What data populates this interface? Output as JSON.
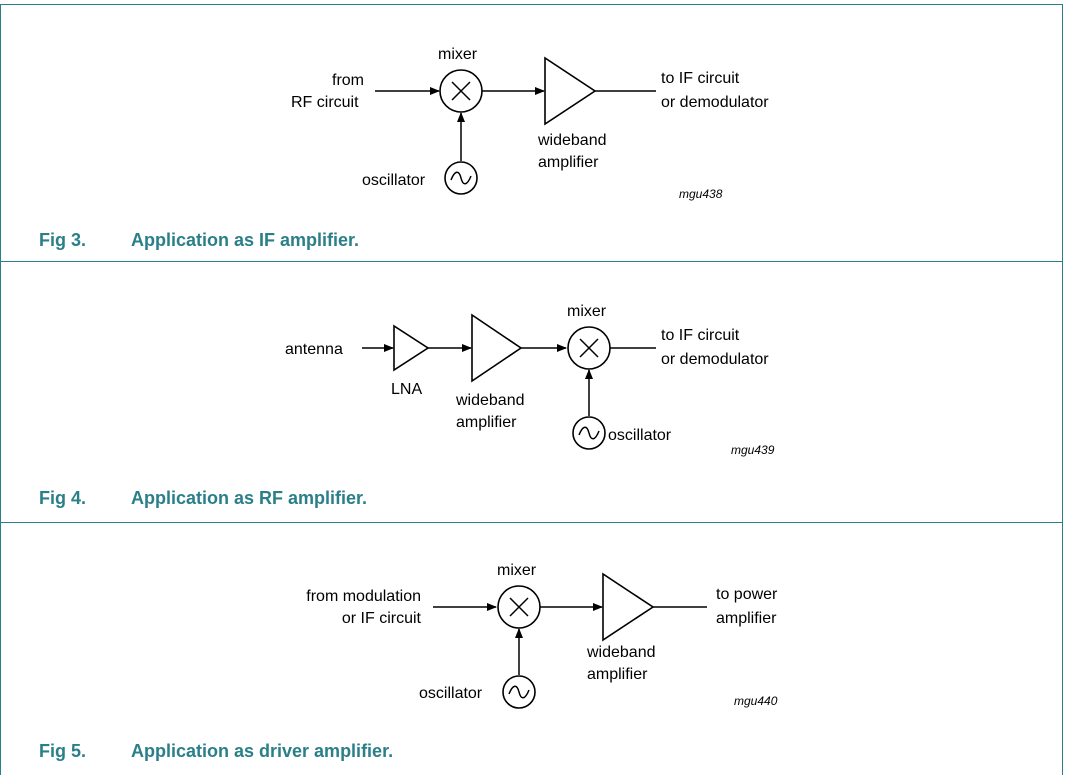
{
  "figures": [
    {
      "number": "Fig 3.",
      "title": "Application as IF amplifier.",
      "code": "mgu438",
      "labels": {
        "input_line1": "from",
        "input_line2": "RF circuit",
        "mixer": "mixer",
        "oscillator": "oscillator",
        "amp_line1": "wideband",
        "amp_line2": "amplifier",
        "output_line1": "to IF circuit",
        "output_line2": "or demodulator"
      }
    },
    {
      "number": "Fig 4.",
      "title": "Application as RF amplifier.",
      "code": "mgu439",
      "labels": {
        "input": "antenna",
        "lna": "LNA",
        "amp_line1": "wideband",
        "amp_line2": "amplifier",
        "mixer": "mixer",
        "oscillator": "oscillator",
        "output_line1": "to IF circuit",
        "output_line2": "or demodulator"
      }
    },
    {
      "number": "Fig 5.",
      "title": "Application as driver amplifier.",
      "code": "mgu440",
      "labels": {
        "input_line1": "from modulation",
        "input_line2": "or IF circuit",
        "mixer": "mixer",
        "oscillator": "oscillator",
        "amp_line1": "wideband",
        "amp_line2": "amplifier",
        "output_line1": "to power",
        "output_line2": "amplifier"
      }
    }
  ],
  "colors": {
    "accent": "#2a7f88",
    "ink": "#000000"
  }
}
